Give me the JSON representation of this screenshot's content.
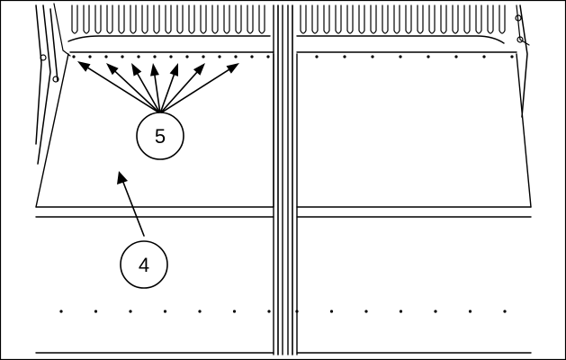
{
  "diagram": {
    "background": "#ffffff",
    "ink_color": "#000000",
    "callouts": [
      {
        "id": "callout-5",
        "label": "5"
      },
      {
        "id": "callout-4",
        "label": "4"
      }
    ]
  }
}
